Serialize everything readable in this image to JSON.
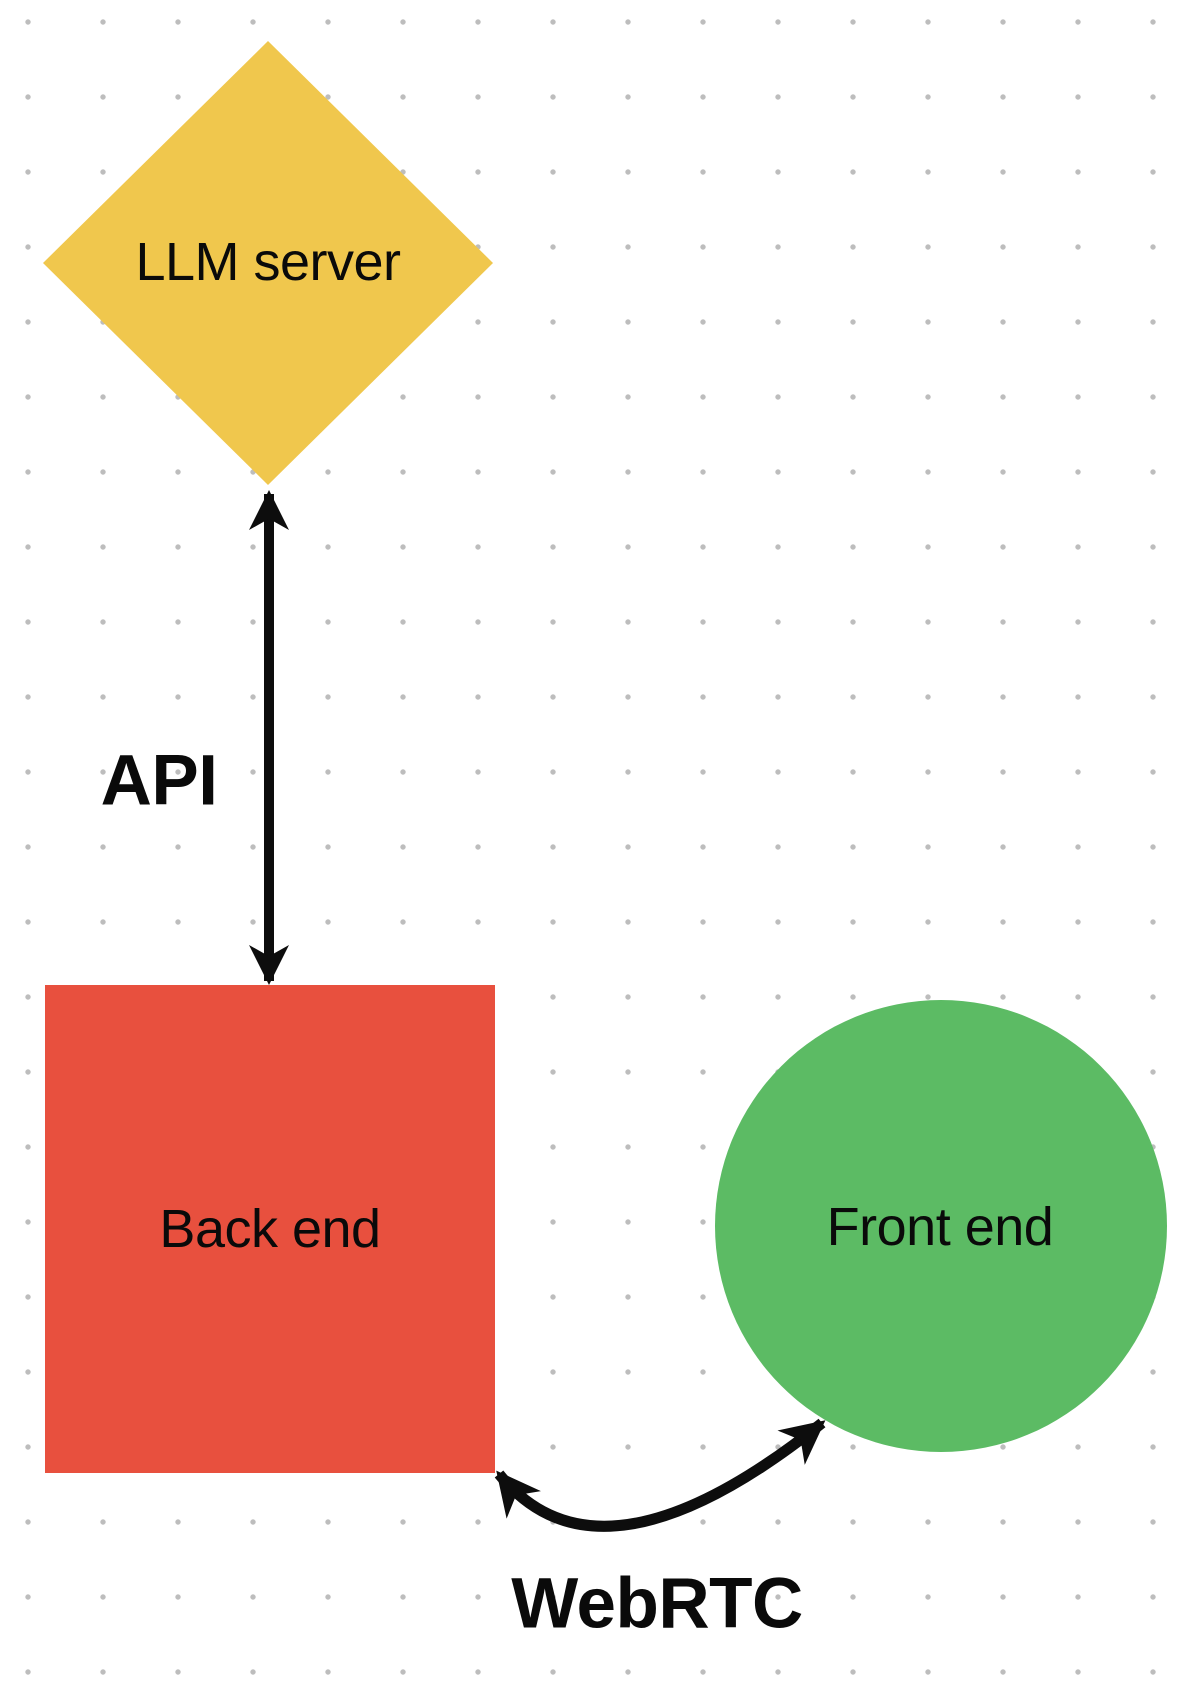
{
  "canvas": {
    "kind": "whiteboard-dot-grid"
  },
  "colors": {
    "yellow": "#F0C74D",
    "red": "#E8503E",
    "green": "#5CBB64",
    "arrow": "#0d0d0d",
    "dot": "#bdbdbd",
    "text": "#0a0a0a"
  },
  "nodes": {
    "llm_server": {
      "label": "LLM server",
      "shape": "diamond",
      "color": "#F0C74D"
    },
    "back_end": {
      "label": "Back end",
      "shape": "square",
      "color": "#E8503E"
    },
    "front_end": {
      "label": "Front end",
      "shape": "circle",
      "color": "#5CBB64"
    }
  },
  "edges": {
    "api": {
      "label": "API",
      "type": "double-arrow-straight",
      "connects": "LLM server ↔ Back end"
    },
    "webrtc": {
      "label": "WebRTC",
      "type": "double-arrow-curved",
      "connects": "Back end ↔ Front end"
    }
  }
}
